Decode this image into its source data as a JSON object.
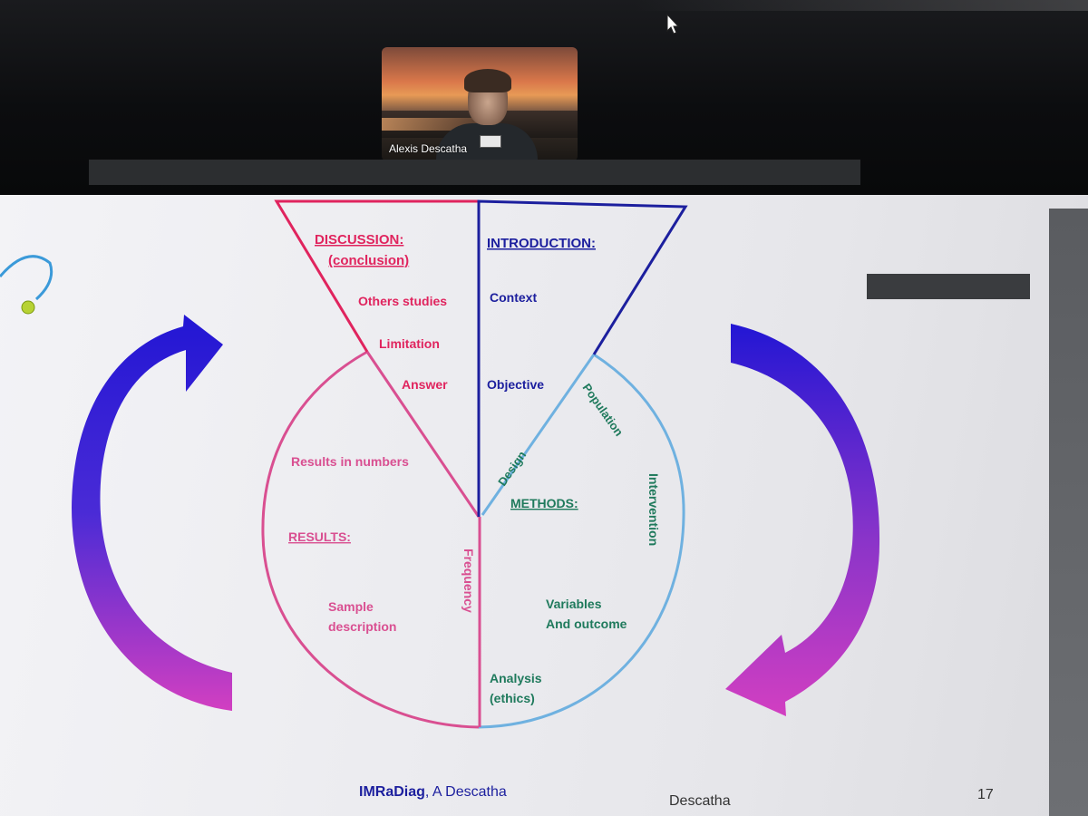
{
  "meeting": {
    "participant_name": "Alexis Descatha"
  },
  "slide": {
    "discussion": {
      "title": "DISCUSSION:",
      "subtitle": "(conclusion)",
      "items": [
        "Others studies",
        "Limitation",
        "Answer"
      ]
    },
    "introduction": {
      "title": "INTRODUCTION:",
      "items": [
        "Context",
        "Objective"
      ]
    },
    "results": {
      "title": "RESULTS:",
      "items": [
        "Results in numbers",
        "Sample",
        "description",
        "Frequency"
      ]
    },
    "methods": {
      "title": "METHODS:",
      "items": [
        "Design",
        "Population",
        "Intervention",
        "Variables",
        "And outcome",
        "Analysis",
        "(ethics)"
      ]
    },
    "footer": {
      "brand": "IMRaDiag",
      "author": ", A Descatha",
      "center": "Descatha",
      "page": "17"
    }
  },
  "colors": {
    "discussion": "#e0245e",
    "introduction": "#1c1f9e",
    "results": "#d94f91",
    "methods": "#1f7a5c",
    "methods_outline": "#6fb1e0",
    "arrow_top": "#2216d4",
    "arrow_bottom": "#d23fc1"
  }
}
